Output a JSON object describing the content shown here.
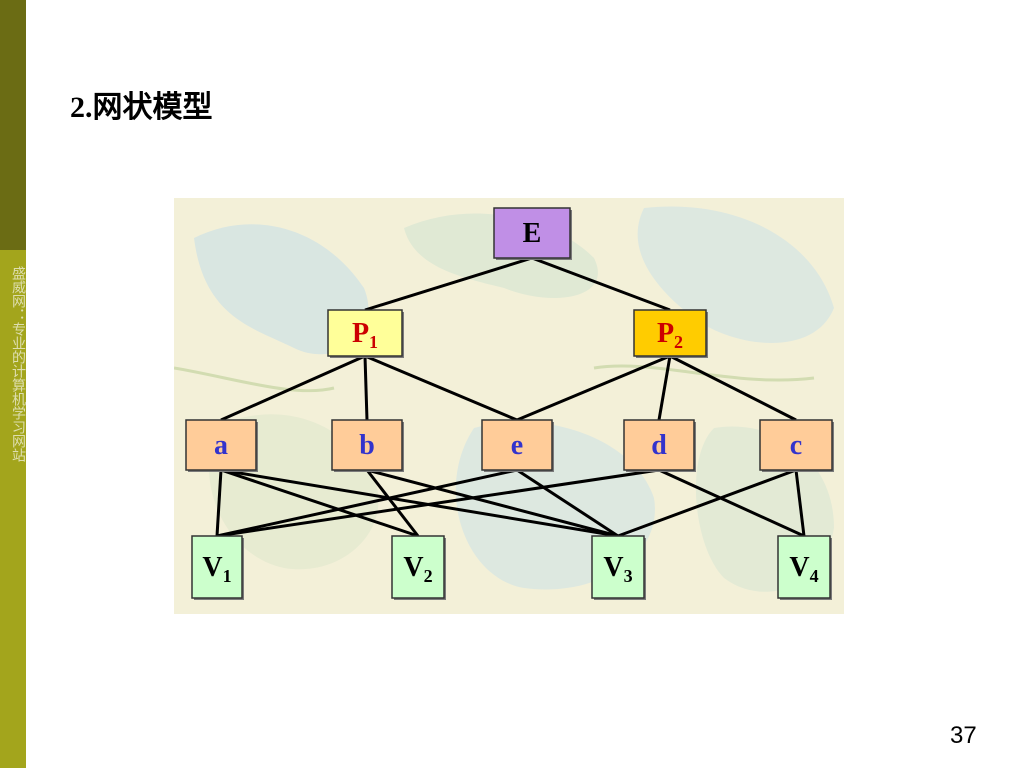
{
  "sidebar": {
    "text": "盛威网：专业的计算机学习网站"
  },
  "slide": {
    "title": "2.网状模型",
    "page_number": "37"
  },
  "diagram": {
    "nodes": {
      "E": {
        "label": "E",
        "sub": ""
      },
      "P1": {
        "label": "P",
        "sub": "1"
      },
      "P2": {
        "label": "P",
        "sub": "2"
      },
      "a": {
        "label": "a",
        "sub": ""
      },
      "b": {
        "label": "b",
        "sub": ""
      },
      "e": {
        "label": "e",
        "sub": ""
      },
      "d": {
        "label": "d",
        "sub": ""
      },
      "c": {
        "label": "c",
        "sub": ""
      },
      "V1": {
        "label": "V",
        "sub": "1"
      },
      "V2": {
        "label": "V",
        "sub": "2"
      },
      "V3": {
        "label": "V",
        "sub": "3"
      },
      "V4": {
        "label": "V",
        "sub": "4"
      }
    },
    "edges": [
      [
        "E",
        "P1"
      ],
      [
        "E",
        "P2"
      ],
      [
        "P1",
        "a"
      ],
      [
        "P1",
        "b"
      ],
      [
        "P1",
        "e"
      ],
      [
        "P2",
        "e"
      ],
      [
        "P2",
        "d"
      ],
      [
        "P2",
        "c"
      ],
      [
        "a",
        "V1"
      ],
      [
        "a",
        "V2"
      ],
      [
        "a",
        "V3"
      ],
      [
        "b",
        "V2"
      ],
      [
        "b",
        "V3"
      ],
      [
        "e",
        "V1"
      ],
      [
        "e",
        "V3"
      ],
      [
        "d",
        "V1"
      ],
      [
        "d",
        "V4"
      ],
      [
        "c",
        "V3"
      ],
      [
        "c",
        "V4"
      ]
    ]
  }
}
